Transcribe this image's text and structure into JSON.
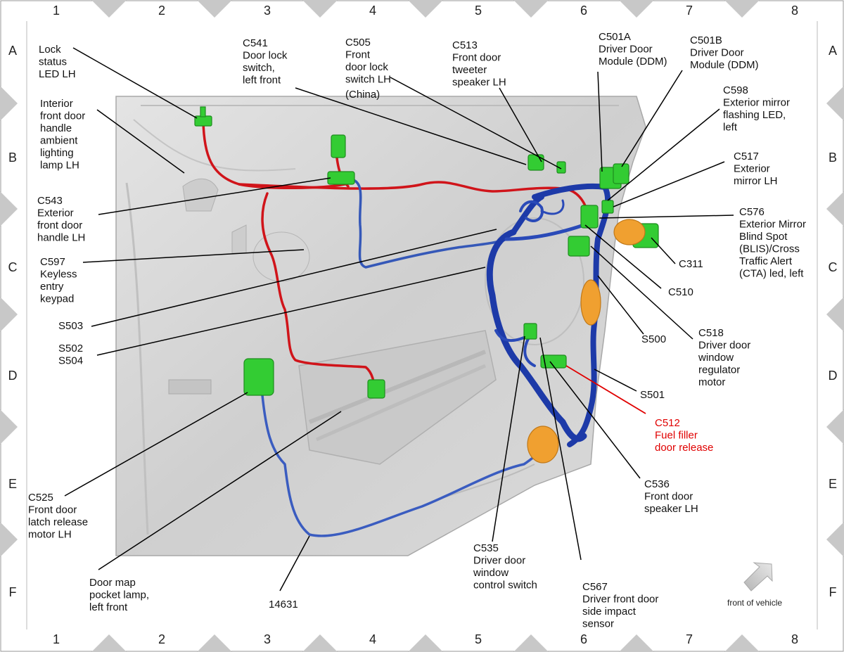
{
  "grid": {
    "columns": [
      "1",
      "2",
      "3",
      "4",
      "5",
      "6",
      "7",
      "8"
    ],
    "rows": [
      "A",
      "B",
      "C",
      "D",
      "E",
      "F"
    ]
  },
  "labels": {
    "lock_status": [
      "Lock",
      "status",
      "LED LH"
    ],
    "interior_handle": [
      "Interior",
      "front door",
      "handle",
      "ambient",
      "lighting",
      "lamp LH"
    ],
    "c541": [
      "C541",
      "Door lock",
      "switch,",
      "left front"
    ],
    "c505": [
      "C505",
      "Front",
      "door lock",
      "switch LH",
      "(China)"
    ],
    "c513": [
      "C513",
      "Front door",
      "tweeter",
      "speaker LH"
    ],
    "c501a": [
      "C501A",
      "Driver Door",
      "Module (DDM)"
    ],
    "c501b": [
      "C501B",
      "Driver Door",
      "Module (DDM)"
    ],
    "c598": [
      "C598",
      "Exterior mirror",
      "flashing LED,",
      "left"
    ],
    "c517": [
      "C517",
      "Exterior",
      "mirror LH"
    ],
    "c576": [
      "C576",
      "Exterior Mirror",
      "Blind Spot",
      "(BLIS)/Cross",
      "Traffic Alert",
      "(CTA) led, left"
    ],
    "c543": [
      "C543",
      "Exterior",
      "front door",
      "handle LH"
    ],
    "c597": [
      "C597",
      "Keyless",
      "entry",
      "keypad"
    ],
    "c311": [
      "C311"
    ],
    "c510": [
      "C510"
    ],
    "s503": [
      "S503"
    ],
    "s502": [
      "S502",
      "S504"
    ],
    "s500": [
      "S500"
    ],
    "c518": [
      "C518",
      "Driver door",
      "window",
      "regulator",
      "motor"
    ],
    "s501": [
      "S501"
    ],
    "c512": [
      "C512",
      "Fuel filler",
      "door release"
    ],
    "c525": [
      "C525",
      "Front door",
      "latch release",
      "motor LH"
    ],
    "c536": [
      "C536",
      "Front door",
      "speaker LH"
    ],
    "door_map": [
      "Door map",
      "pocket lamp,",
      "left front"
    ],
    "w14631": [
      "14631"
    ],
    "c535": [
      "C535",
      "Driver door",
      "window",
      "control switch"
    ],
    "c567": [
      "C567",
      "Driver front door",
      "side impact",
      "sensor"
    ],
    "front_of_vehicle": [
      "front of vehicle"
    ]
  },
  "colors": {
    "red_wire": "#d0141a",
    "blue_wire": "#1f3fb5",
    "connector_green": "#33cc33",
    "connector_orange": "#f0a030",
    "callout_red": "#e00000",
    "door_panel": "#d9d9d9"
  }
}
